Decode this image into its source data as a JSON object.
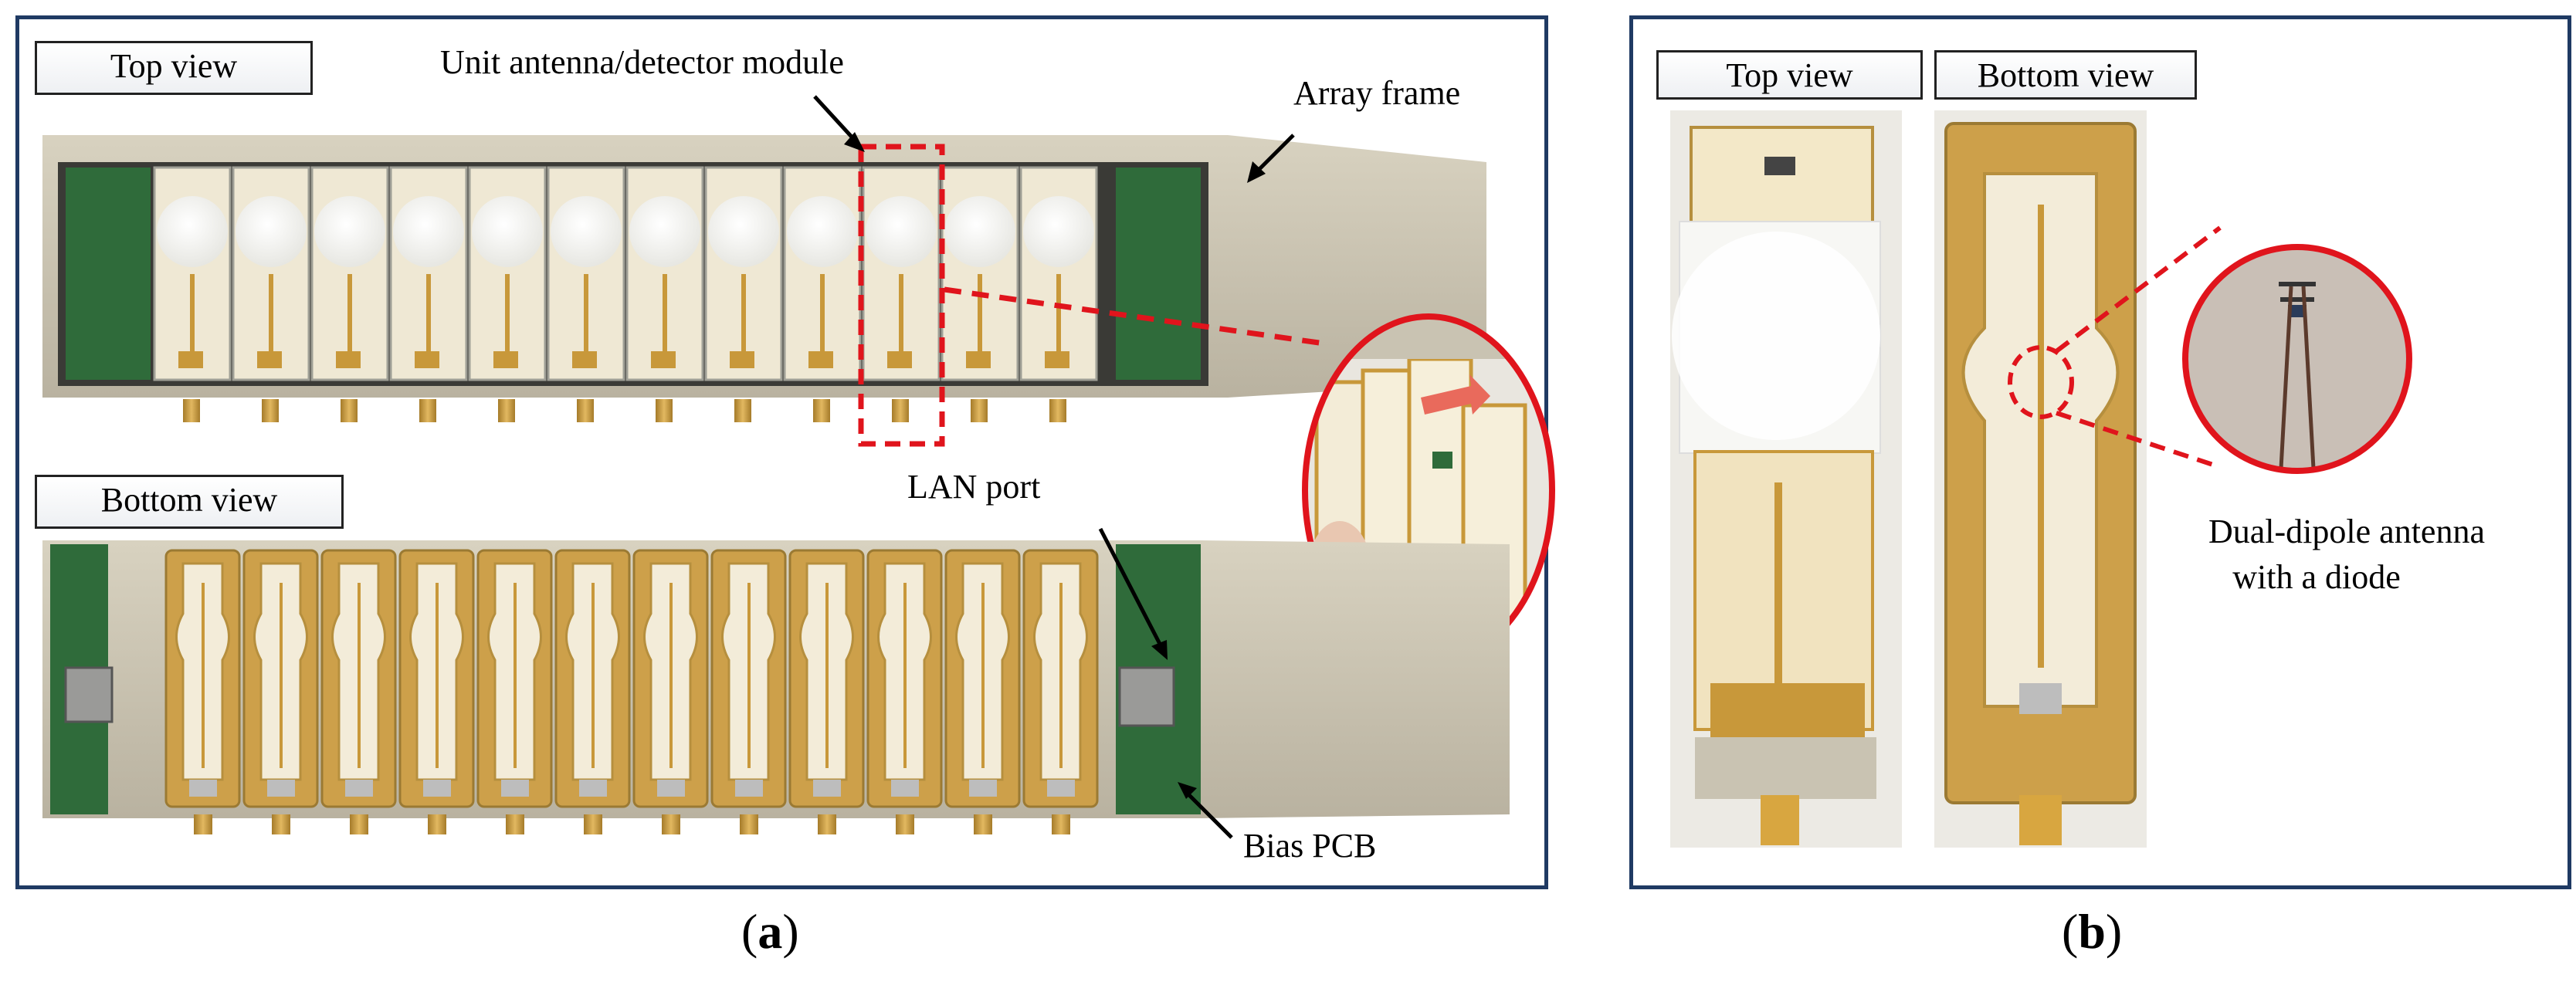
{
  "panel_a": {
    "top_view_label": "Top view",
    "bottom_view_label": "Bottom view",
    "callout_unit_module": "Unit antenna/detector module",
    "callout_array_frame": "Array frame",
    "callout_lan_port": "LAN port",
    "callout_bias_pcb": "Bias PCB",
    "caption_open": "(",
    "caption_letter": "a",
    "caption_close": ")",
    "module_count": 12
  },
  "panel_b": {
    "top_view_label": "Top view",
    "bottom_view_label": "Bottom view",
    "callout_line1": "Dual-dipole antenna",
    "callout_line2": "with a diode",
    "caption_open": "(",
    "caption_letter": "b",
    "caption_close": ")"
  },
  "colors": {
    "frame_border": "#1f3a63",
    "highlight_red": "#e0141c",
    "metal": "#c9c3b2",
    "pcb_green": "#2f6b3a",
    "gold": "#c8983a",
    "lens_white": "#f4f4f1"
  }
}
